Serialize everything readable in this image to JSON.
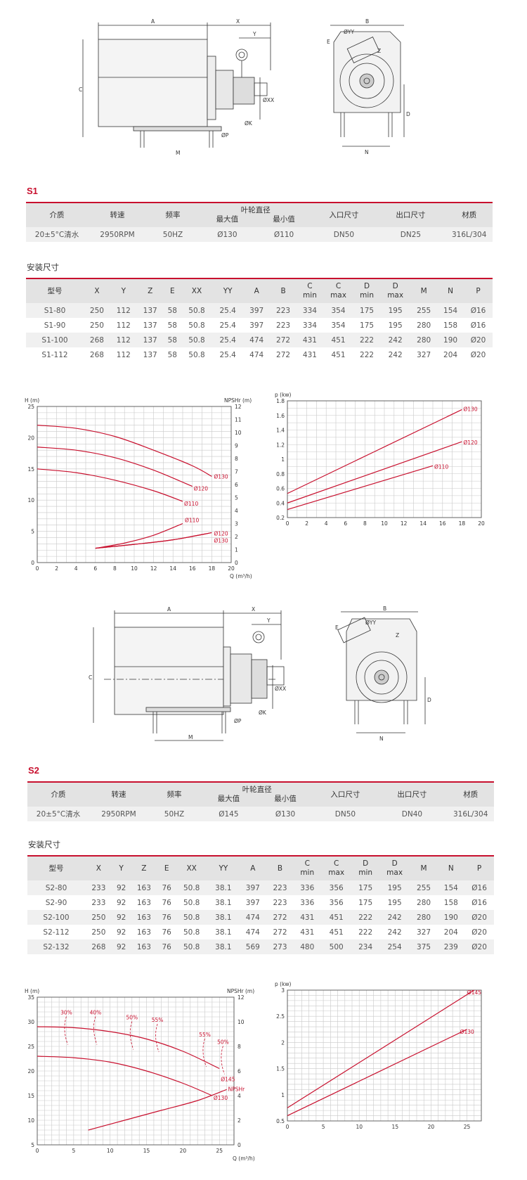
{
  "s1": {
    "label": "S1",
    "spec": {
      "headers": {
        "medium": "介质",
        "speed": "转速",
        "freq": "频率",
        "impeller": "叶轮直径",
        "imp_max": "最大值",
        "imp_min": "最小值",
        "inlet": "入口尺寸",
        "outlet": "出口尺寸",
        "material": "材质"
      },
      "values": {
        "medium": "20±5°C清水",
        "speed": "2950RPM",
        "freq": "50HZ",
        "imp_max": "Ø130",
        "imp_min": "Ø110",
        "inlet": "DN50",
        "outlet": "DN25",
        "material": "316L/304"
      }
    },
    "dim_title": "安装尺寸",
    "dim_headers": [
      "型号",
      "X",
      "Y",
      "Z",
      "E",
      "XX",
      "YY",
      "A",
      "B",
      "C\nmin",
      "C\nmax",
      "D\nmin",
      "D\nmax",
      "M",
      "N",
      "P"
    ],
    "dim_rows": [
      [
        "S1-80",
        "250",
        "112",
        "137",
        "58",
        "50.8",
        "25.4",
        "397",
        "223",
        "334",
        "354",
        "175",
        "195",
        "255",
        "154",
        "Ø16"
      ],
      [
        "S1-90",
        "250",
        "112",
        "137",
        "58",
        "50.8",
        "25.4",
        "397",
        "223",
        "334",
        "354",
        "175",
        "195",
        "280",
        "158",
        "Ø16"
      ],
      [
        "S1-100",
        "268",
        "112",
        "137",
        "58",
        "50.8",
        "25.4",
        "474",
        "272",
        "431",
        "451",
        "222",
        "242",
        "280",
        "190",
        "Ø20"
      ],
      [
        "S1-112",
        "268",
        "112",
        "137",
        "58",
        "50.8",
        "25.4",
        "474",
        "272",
        "431",
        "451",
        "222",
        "242",
        "327",
        "204",
        "Ø20"
      ]
    ]
  },
  "s2": {
    "label": "S2",
    "spec": {
      "headers": {
        "medium": "介质",
        "speed": "转速",
        "freq": "频率",
        "impeller": "叶轮直径",
        "imp_max": "最大值",
        "imp_min": "最小值",
        "inlet": "入口尺寸",
        "outlet": "出口尺寸",
        "material": "材质"
      },
      "values": {
        "medium": "20±5°C清水",
        "speed": "2950RPM",
        "freq": "50HZ",
        "imp_max": "Ø145",
        "imp_min": "Ø130",
        "inlet": "DN50",
        "outlet": "DN40",
        "material": "316L/304"
      }
    },
    "dim_title": "安装尺寸",
    "dim_headers": [
      "型号",
      "X",
      "Y",
      "Z",
      "E",
      "XX",
      "YY",
      "A",
      "B",
      "C\nmin",
      "C\nmax",
      "D\nmin",
      "D\nmax",
      "M",
      "N",
      "P"
    ],
    "dim_rows": [
      [
        "S2-80",
        "233",
        "92",
        "163",
        "76",
        "50.8",
        "38.1",
        "397",
        "223",
        "336",
        "356",
        "175",
        "195",
        "255",
        "154",
        "Ø16"
      ],
      [
        "S2-90",
        "233",
        "92",
        "163",
        "76",
        "50.8",
        "38.1",
        "397",
        "223",
        "336",
        "356",
        "175",
        "195",
        "280",
        "158",
        "Ø16"
      ],
      [
        "S2-100",
        "250",
        "92",
        "163",
        "76",
        "50.8",
        "38.1",
        "474",
        "272",
        "431",
        "451",
        "222",
        "242",
        "280",
        "190",
        "Ø20"
      ],
      [
        "S2-112",
        "250",
        "92",
        "163",
        "76",
        "50.8",
        "38.1",
        "474",
        "272",
        "431",
        "451",
        "222",
        "242",
        "327",
        "204",
        "Ø20"
      ],
      [
        "S2-132",
        "268",
        "92",
        "163",
        "76",
        "50.8",
        "38.1",
        "569",
        "273",
        "480",
        "500",
        "234",
        "254",
        "375",
        "239",
        "Ø20"
      ]
    ]
  },
  "drawing_labels": {
    "A": "A",
    "X": "X",
    "Y": "Y",
    "C": "C",
    "M": "M",
    "B": "B",
    "D": "D",
    "N": "N",
    "E": "E",
    "Z": "Z",
    "XX": "ØXX",
    "YY": "ØYY",
    "K": "ØK",
    "P": "ØP"
  },
  "chart_data": [
    {
      "type": "line",
      "id": "s1-head",
      "xlabel": "Q (m³/h)",
      "ylabel": "H (m)",
      "y2label": "NPSHr (m)",
      "xlim": [
        0,
        20
      ],
      "ylim": [
        0,
        25
      ],
      "y2lim": [
        0,
        12
      ],
      "xticks": [
        0,
        2,
        4,
        6,
        8,
        10,
        12,
        14,
        16,
        18,
        20
      ],
      "yticks": [
        0,
        5,
        10,
        15,
        20,
        25
      ],
      "y2ticks": [
        0,
        1,
        2,
        3,
        4,
        5,
        6,
        7,
        8,
        9,
        10,
        11,
        12
      ],
      "series": [
        {
          "name": "Ø130",
          "axis": "H",
          "x": [
            0,
            4,
            8,
            12,
            16,
            18
          ],
          "y": [
            22,
            21.5,
            20.2,
            18,
            15.5,
            13.8
          ]
        },
        {
          "name": "Ø120",
          "axis": "H",
          "x": [
            0,
            4,
            8,
            12,
            16
          ],
          "y": [
            18.5,
            18,
            16.8,
            14.8,
            12.2
          ]
        },
        {
          "name": "Ø110",
          "axis": "H",
          "x": [
            0,
            4,
            8,
            12,
            15
          ],
          "y": [
            15,
            14.4,
            13.2,
            11.5,
            9.8
          ]
        },
        {
          "name": "Ø110",
          "axis": "NPSHr",
          "x": [
            6,
            9,
            12,
            15
          ],
          "y": [
            1.1,
            1.5,
            2.1,
            3.0
          ]
        },
        {
          "name": "Ø120",
          "axis": "NPSHr",
          "x": [
            6,
            10,
            14,
            18
          ],
          "y": [
            1.1,
            1.4,
            1.75,
            2.3
          ]
        },
        {
          "name": "Ø130",
          "axis": "NPSHr",
          "x": [
            6,
            10,
            14,
            18
          ],
          "y": [
            1.1,
            1.4,
            1.75,
            2.3
          ]
        }
      ]
    },
    {
      "type": "line",
      "id": "s1-power",
      "xlabel": "Q (m³/h)",
      "ylabel": "p (kw)",
      "xlim": [
        0,
        20
      ],
      "ylim": [
        0.2,
        1.8
      ],
      "xticks": [
        0,
        2,
        4,
        6,
        8,
        10,
        12,
        14,
        16,
        18,
        20
      ],
      "yticks": [
        0.2,
        0.4,
        0.6,
        0.8,
        1.0,
        1.2,
        1.4,
        1.6,
        1.8
      ],
      "series": [
        {
          "name": "Ø130",
          "x": [
            0,
            18
          ],
          "y": [
            0.53,
            1.68
          ]
        },
        {
          "name": "Ø120",
          "x": [
            0,
            18
          ],
          "y": [
            0.4,
            1.24
          ]
        },
        {
          "name": "Ø110",
          "x": [
            0,
            15
          ],
          "y": [
            0.31,
            0.91
          ]
        }
      ]
    },
    {
      "type": "line",
      "id": "s2-head",
      "xlabel": "Q (m³/h)",
      "ylabel": "H (m)",
      "y2label": "NPSHr (m)",
      "xlim": [
        0,
        27
      ],
      "ylim": [
        5,
        35
      ],
      "y2lim": [
        0,
        12
      ],
      "xticks": [
        0,
        5,
        10,
        15,
        20,
        25
      ],
      "yticks": [
        5,
        10,
        15,
        20,
        25,
        30,
        35
      ],
      "y2ticks": [
        0,
        2,
        4,
        6,
        8,
        10,
        12
      ],
      "series": [
        {
          "name": "Ø145",
          "axis": "H",
          "x": [
            0,
            5,
            10,
            15,
            20,
            25
          ],
          "y": [
            29,
            28.8,
            28,
            26.5,
            24,
            20.5
          ]
        },
        {
          "name": "Ø130",
          "axis": "H",
          "x": [
            0,
            5,
            10,
            15,
            20,
            24
          ],
          "y": [
            23,
            22.7,
            21.8,
            20,
            17.5,
            15
          ]
        },
        {
          "name": "NPSHr",
          "axis": "NPSHr",
          "x": [
            7,
            12,
            17,
            22,
            26
          ],
          "y": [
            1.2,
            2.0,
            2.8,
            3.6,
            4.5
          ]
        }
      ],
      "efficiency_labels": [
        "30%",
        "40%",
        "50%",
        "55%",
        "55%",
        "50%"
      ]
    },
    {
      "type": "line",
      "id": "s2-power",
      "xlabel": "Q (m³/h)",
      "ylabel": "p (kw)",
      "xlim": [
        0,
        27
      ],
      "ylim": [
        0.5,
        3.0
      ],
      "xticks": [
        0,
        5,
        10,
        15,
        20,
        25
      ],
      "yticks": [
        0.5,
        1.0,
        1.5,
        2.0,
        2.5,
        3.0
      ],
      "series": [
        {
          "name": "Ø145",
          "x": [
            0,
            26
          ],
          "y": [
            0.75,
            3.0
          ]
        },
        {
          "name": "Ø130",
          "x": [
            0,
            25
          ],
          "y": [
            0.6,
            2.25
          ]
        }
      ]
    }
  ]
}
